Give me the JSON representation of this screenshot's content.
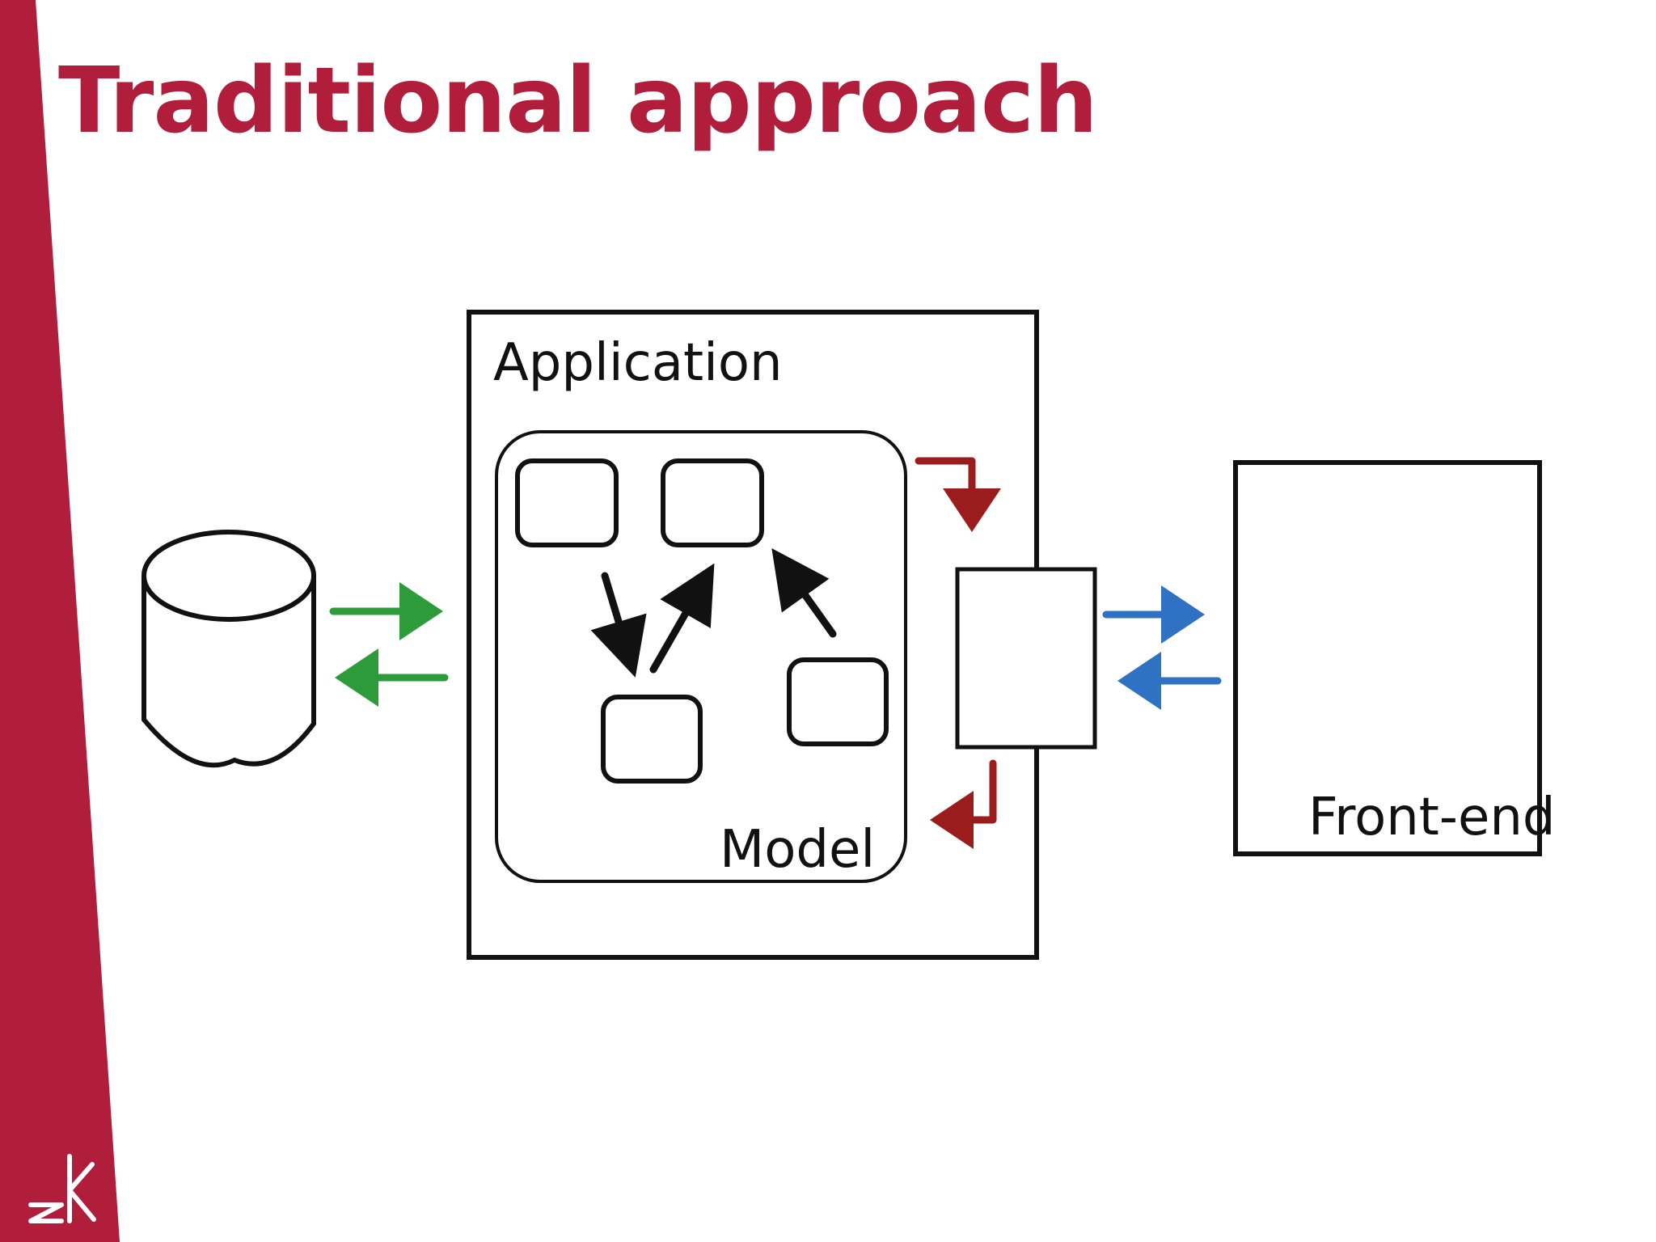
{
  "slide": {
    "title": "Traditional approach"
  },
  "diagram": {
    "application_label": "Application",
    "model_label": "Model",
    "frontend_label": "Front-end",
    "colors": {
      "brand": "#b01e3c",
      "database_arrows": "#2e9b3a",
      "controller_arrows": "#9b1c1c",
      "frontend_arrows": "#2f72c4",
      "ink": "#111111"
    }
  },
  "logo": {
    "icon": "zk-logo-icon"
  }
}
